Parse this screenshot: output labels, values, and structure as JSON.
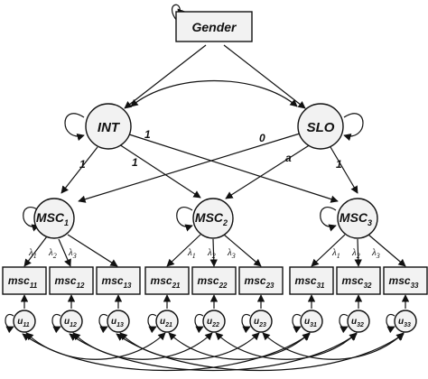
{
  "diagram": {
    "gender": "Gender",
    "factors": {
      "int": "INT",
      "slo": "SLO"
    },
    "occasions": [
      {
        "base": "MSC",
        "sub": "1"
      },
      {
        "base": "MSC",
        "sub": "2"
      },
      {
        "base": "MSC",
        "sub": "3"
      }
    ],
    "loading_symbol": "λ",
    "loading_subs": [
      "1",
      "2",
      "3"
    ],
    "indicators": [
      {
        "base": "msc",
        "sub": "11"
      },
      {
        "base": "msc",
        "sub": "12"
      },
      {
        "base": "msc",
        "sub": "13"
      },
      {
        "base": "msc",
        "sub": "21"
      },
      {
        "base": "msc",
        "sub": "22"
      },
      {
        "base": "msc",
        "sub": "23"
      },
      {
        "base": "msc",
        "sub": "31"
      },
      {
        "base": "msc",
        "sub": "32"
      },
      {
        "base": "msc",
        "sub": "33"
      }
    ],
    "residuals": [
      {
        "base": "u",
        "sub": "11"
      },
      {
        "base": "u",
        "sub": "12"
      },
      {
        "base": "u",
        "sub": "13"
      },
      {
        "base": "u",
        "sub": "21"
      },
      {
        "base": "u",
        "sub": "22"
      },
      {
        "base": "u",
        "sub": "23"
      },
      {
        "base": "u",
        "sub": "31"
      },
      {
        "base": "u",
        "sub": "32"
      },
      {
        "base": "u",
        "sub": "33"
      }
    ],
    "int_loadings": [
      "1",
      "1",
      "1"
    ],
    "slo_loadings": [
      "0",
      "a",
      "1"
    ]
  }
}
